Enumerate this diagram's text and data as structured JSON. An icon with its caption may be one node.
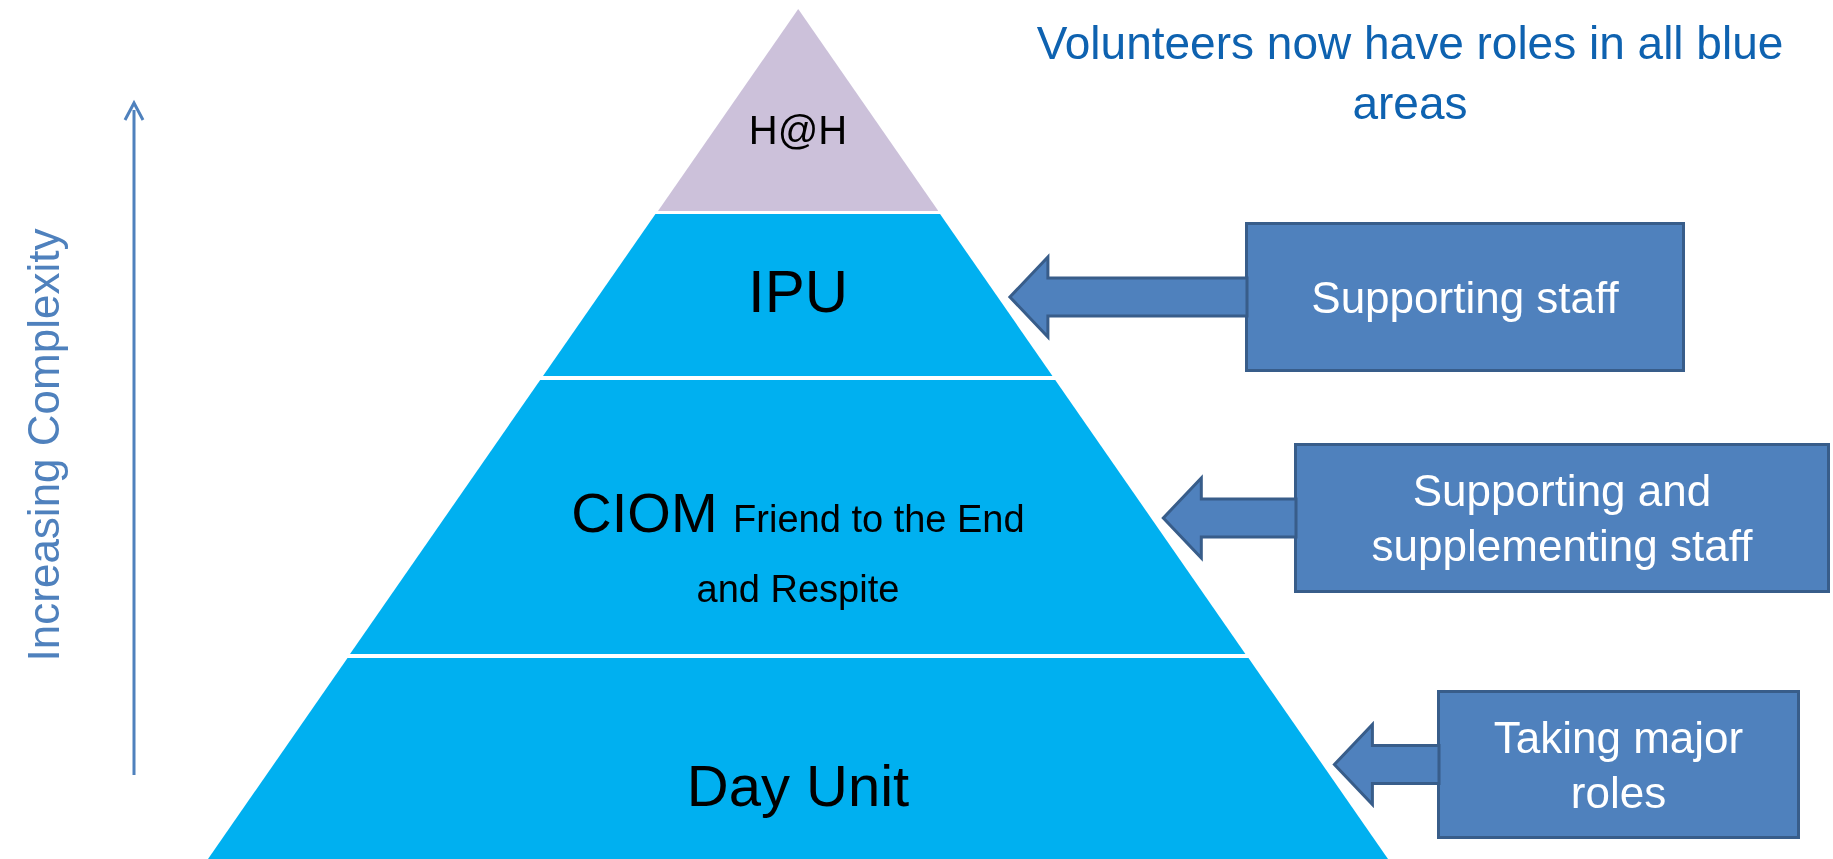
{
  "diagram": {
    "nodes": [
      {
        "text": [
          "H@H"
        ]
      },
      {
        "text": [
          "IPU"
        ]
      },
      {
        "text": [
          "CIOM",
          "Friend to the End and Respite"
        ]
      },
      {
        "text": [
          "Day Unit"
        ]
      },
      {
        "text": [
          "Supporting staff"
        ]
      },
      {
        "text": [
          "Supporting and supplementing staff"
        ]
      },
      {
        "text": [
          "Taking major roles"
        ]
      }
    ],
    "edges": [
      {
        "from": 4,
        "to": 1,
        "arrow": "to",
        "style": "thick"
      },
      {
        "from": 5,
        "to": 2,
        "arrow": "to",
        "style": "thick"
      },
      {
        "from": 6,
        "to": 3,
        "arrow": "to",
        "style": "thick"
      }
    ],
    "labels": [
      "Volunteers now have roles in all blue areas",
      "Increasing Complexity"
    ]
  }
}
